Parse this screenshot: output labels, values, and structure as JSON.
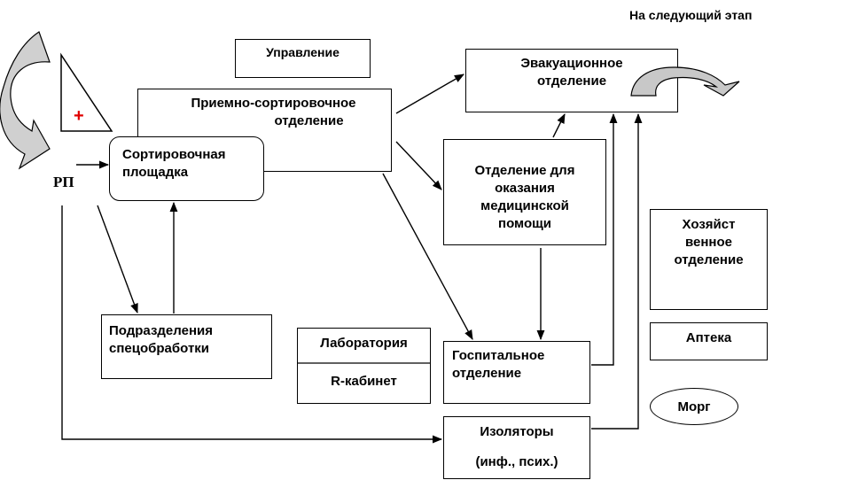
{
  "diagram": {
    "next_stage": "На следующий этап",
    "control": "Управление",
    "evac_line1": "Эвакуационное",
    "evac_line2": "отделение",
    "recv_line1": "Приемно-сортировочное",
    "recv_line2": "отделение",
    "sort_line1": "Сортировочная",
    "sort_line2": "площадка",
    "rp": "РП",
    "plus": "+",
    "med_line1": "Отделение для",
    "med_line2": "оказания",
    "med_line3": "медицинской",
    "med_line4": "помощи",
    "house_line1": "Хозяйст",
    "house_line2": "венное",
    "house_line3": "отделение",
    "spec_line1": "Подразделения",
    "spec_line2": "спецобработки",
    "lab": "Лаборатория",
    "xray": "R-кабинет",
    "hosp_line1": "Госпитальное",
    "hosp_line2": "отделение",
    "pharmacy": "Аптека",
    "morgue": "Морг",
    "iso_line1": "Изоляторы",
    "iso_line2": "(инф., псих.)"
  }
}
